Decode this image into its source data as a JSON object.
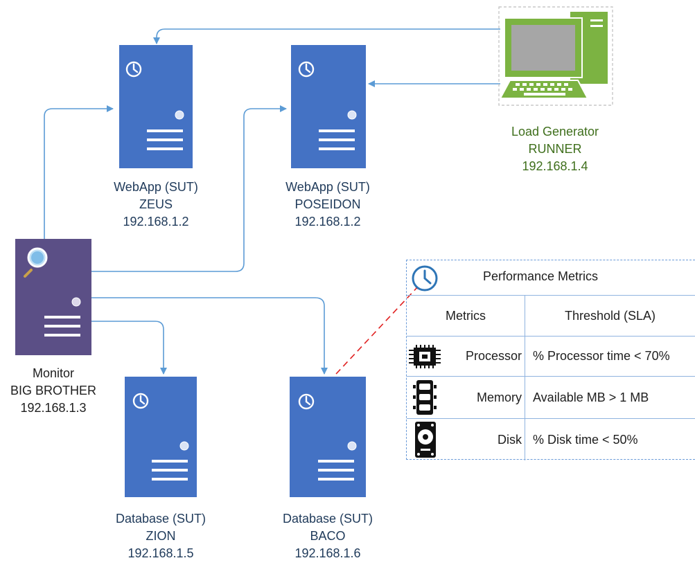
{
  "nodes": {
    "zeus": {
      "role": "WebApp (SUT)",
      "name": "ZEUS",
      "ip": "192.168.1.2"
    },
    "poseidon": {
      "role": "WebApp (SUT)",
      "name": "POSEIDON",
      "ip": "192.168.1.2"
    },
    "runner": {
      "role": "Load Generator",
      "name": "RUNNER",
      "ip": "192.168.1.4"
    },
    "monitor": {
      "role": "Monitor",
      "name": "BIG BROTHER",
      "ip": "192.168.1.3"
    },
    "zion": {
      "role": "Database (SUT)",
      "name": "ZION",
      "ip": "192.168.1.5"
    },
    "baco": {
      "role": "Database (SUT)",
      "name": "BACO",
      "ip": "192.168.1.6"
    }
  },
  "metrics_table": {
    "title": "Performance Metrics",
    "col_metrics": "Metrics",
    "col_threshold": "Threshold (SLA)",
    "rows": [
      {
        "metric": "Processor",
        "threshold": "% Processor time < 70%",
        "icon": "cpu-icon"
      },
      {
        "metric": "Memory",
        "threshold": "Available MB > 1 MB",
        "icon": "memory-icon"
      },
      {
        "metric": "Disk",
        "threshold": "% Disk time < 50%",
        "icon": "disk-icon"
      }
    ]
  },
  "colors": {
    "server_blue": "#4472c4",
    "monitor_purple": "#5b4f86",
    "load_green": "#7cb342",
    "connector": "#5b9bd5",
    "sla_link": "#e02020"
  }
}
